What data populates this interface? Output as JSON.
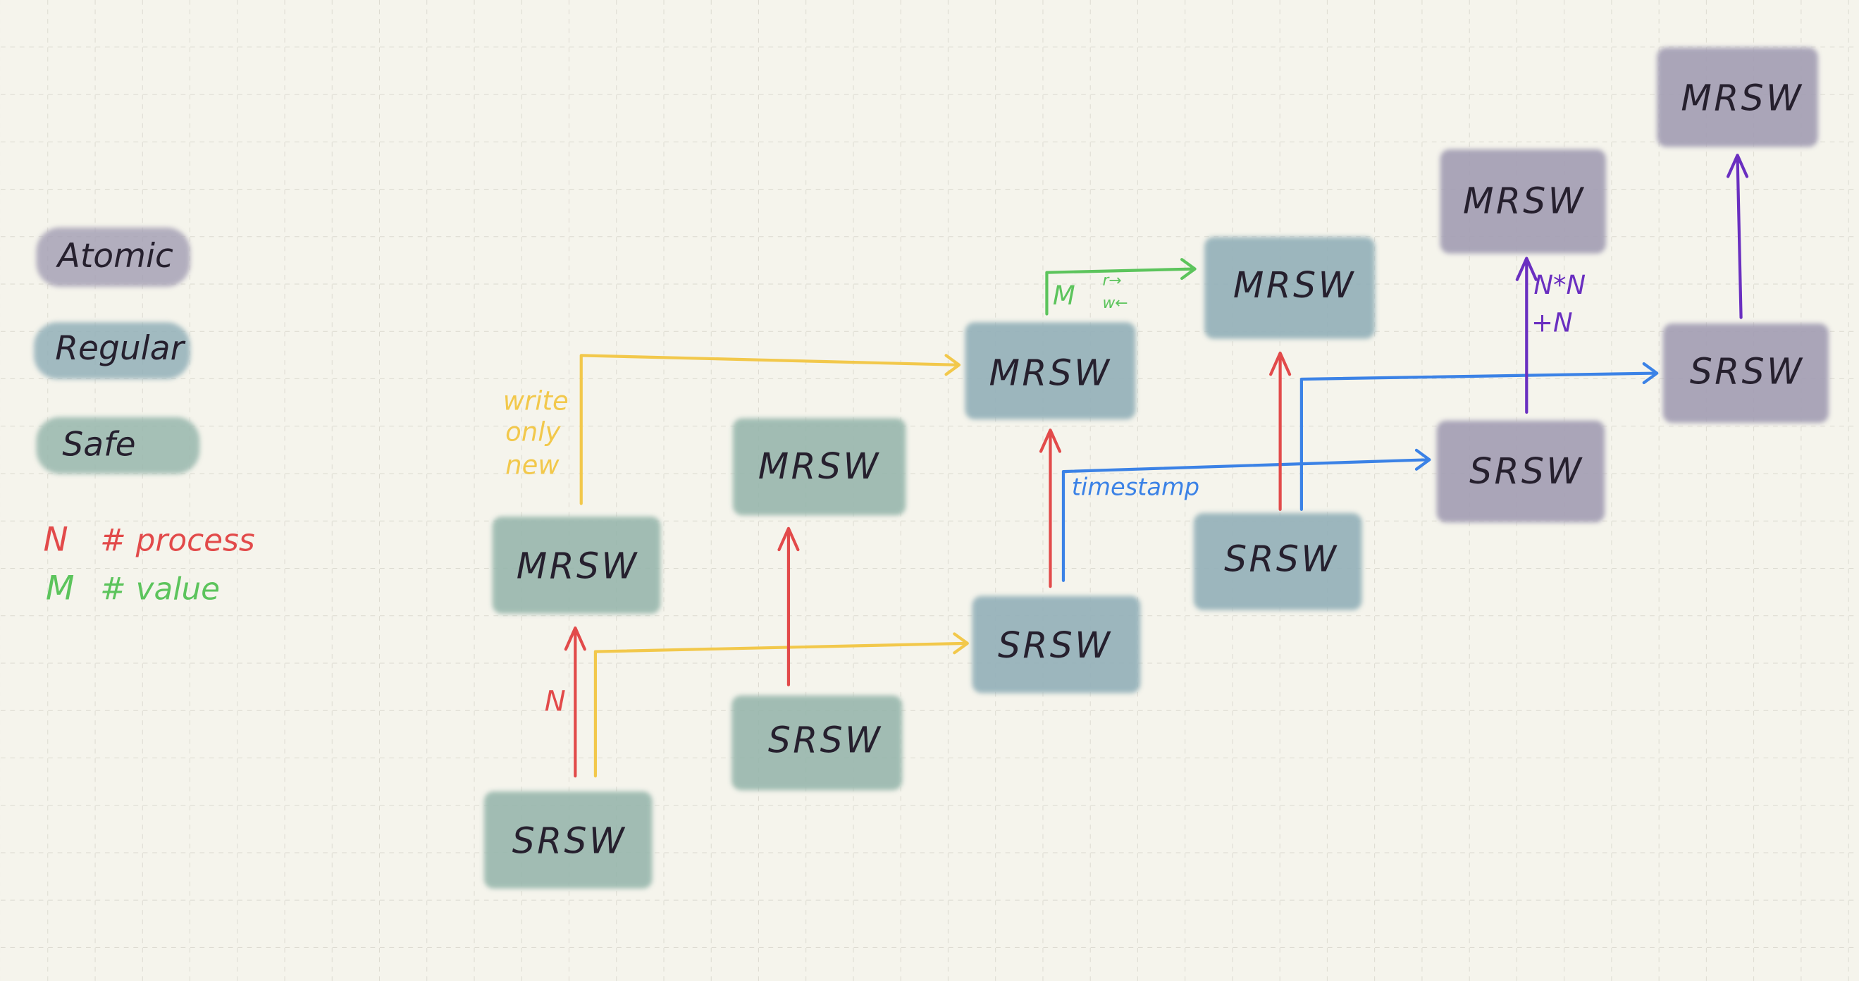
{
  "legend": {
    "levels": [
      {
        "label": "Atomic",
        "color": "#a29db3"
      },
      {
        "label": "Regular",
        "color": "#93b0b9"
      },
      {
        "label": "Safe",
        "color": "#98b7ad"
      }
    ],
    "symbols": [
      {
        "symbol": "N",
        "meaning": "# process",
        "color": "#e24a4a"
      },
      {
        "symbol": "M",
        "meaning": "# value",
        "color": "#5cc45c"
      }
    ]
  },
  "registers": {
    "safe_mrsw_1": "MRSW",
    "safe_srsw_1": "SRSW",
    "safe_mrsw_2": "MRSW",
    "safe_srsw_2": "SRSW",
    "regular_mrsw_1": "MRSW",
    "regular_srsw_1": "SRSW",
    "regular_mrsw_2": "MRSW",
    "regular_srsw_2": "SRSW",
    "atomic_mrsw_1": "MRSW",
    "atomic_srsw_1": "SRSW",
    "atomic_mrsw_2": "MRSW",
    "atomic_srsw_2": "SRSW"
  },
  "annotations": {
    "n_label": "N",
    "write_only_new": [
      "write",
      "only",
      "new"
    ],
    "timestamp": "timestamp",
    "m_label": "M",
    "read_arrow": "r→",
    "write_arrow": "w←",
    "n_times_n": "N*N",
    "plus_n": "+N"
  },
  "colors": {
    "red": "#e24a4a",
    "yellow": "#f2c84b",
    "blue": "#3b82e6",
    "green": "#5cc45c",
    "purple": "#6a2fc0",
    "grid": "#d6d4ca"
  }
}
